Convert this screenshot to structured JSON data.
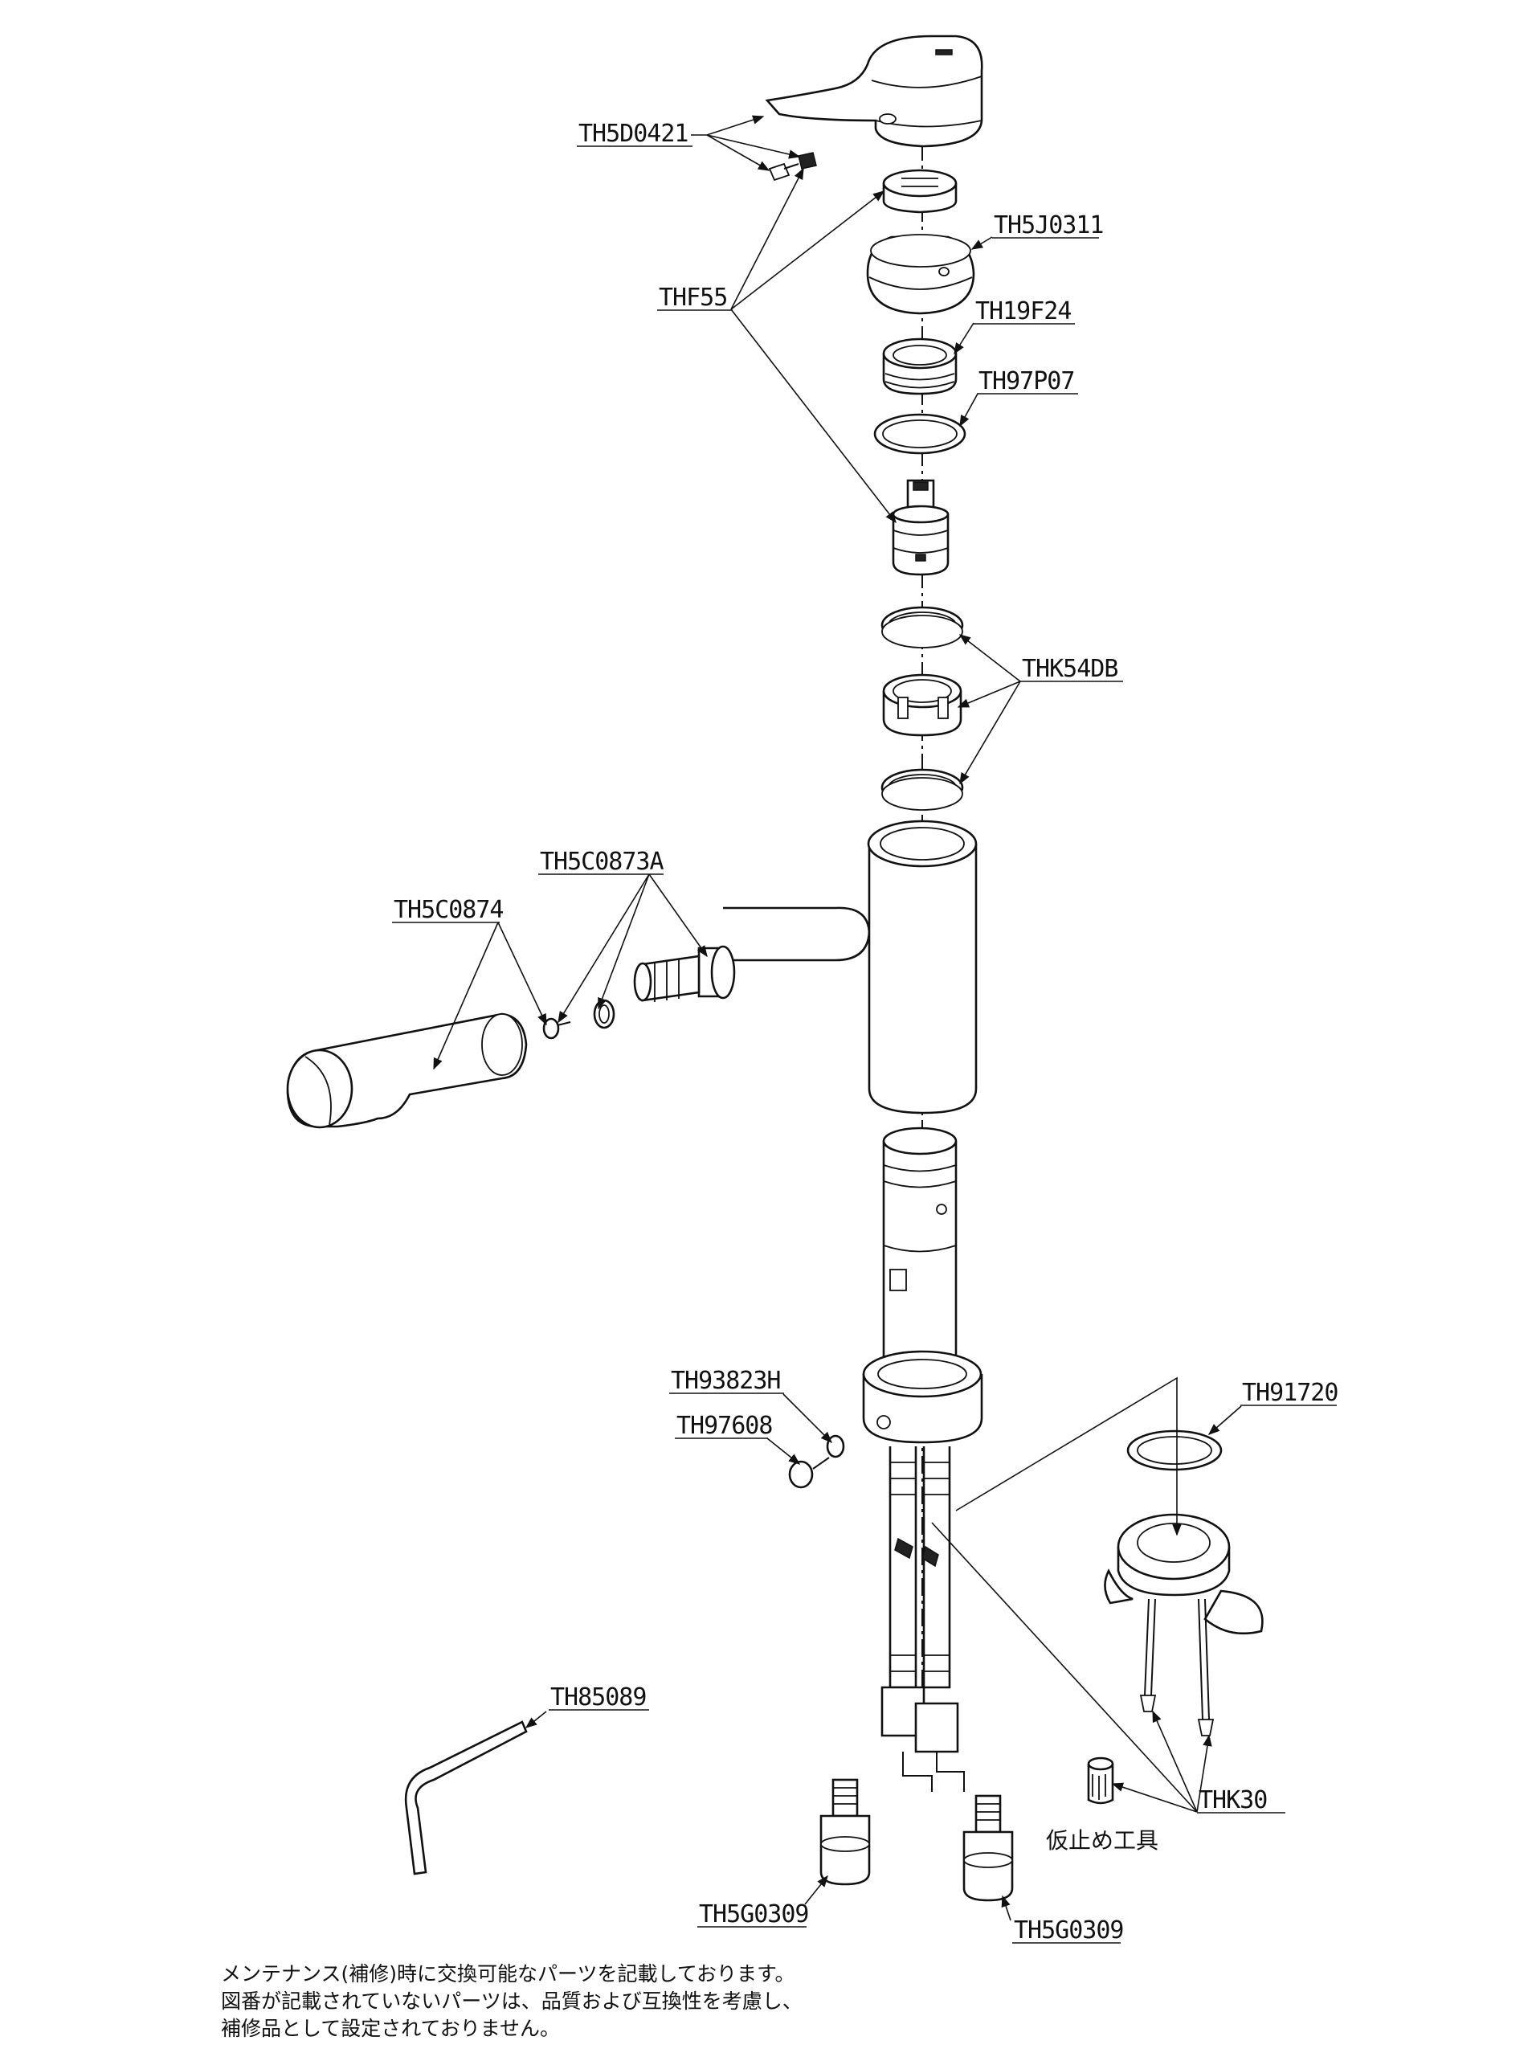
{
  "labels": {
    "th5d0421": "TH5D0421",
    "th5j0311": "TH5J0311",
    "thf55": "THF55",
    "th19f24": "TH19F24",
    "th97p07": "TH97P07",
    "thk54db": "THK54DB",
    "th5c0873a": "TH5C0873A",
    "th5c0874": "TH5C0874",
    "th93823h": "TH93823H",
    "th97608": "TH97608",
    "th91720": "TH91720",
    "th85089": "TH85089",
    "thk30": "THK30",
    "th5g0309_left": "TH5G0309",
    "th5g0309_right": "TH5G0309",
    "temp_tool": "仮止め工具"
  },
  "notes": [
    "メンテナンス(補修)時に交換可能なパーツを記載しております。",
    "図番が記載されていないパーツは、品質および互換性を考慮し、",
    "補修品として設定されておりません。"
  ]
}
